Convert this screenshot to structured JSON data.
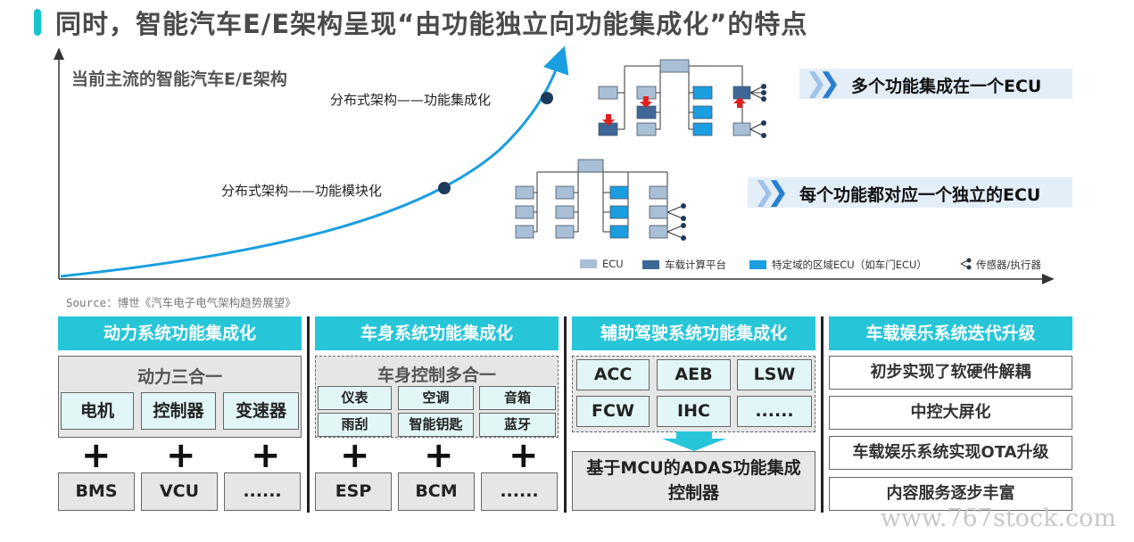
{
  "title": "同时，智能汽车E/E架构呈现“由功能独立向功能集成化”的特点",
  "chart": {
    "subtitle": "当前主流的智能汽车E/E架构",
    "point_upper_label": "分布式架构——功能集成化",
    "point_lower_label": "分布式架构——功能模块化",
    "source": "Source：博世《汽车电子电气架构趋势展望》"
  },
  "callouts": {
    "top": "多个功能集成在一个ECU",
    "bottom": "每个功能都对应一个独立的ECU"
  },
  "legend": {
    "ecu": "ECU",
    "platform": "车载计算平台",
    "zone_ecu": "特定域的区域ECU（如车门ECU）",
    "sensor": "传感器/执行器"
  },
  "colors": {
    "accent": "#26c6d8",
    "ecu": "#a9bfd6",
    "platform": "#3d6797",
    "zone_ecu": "#1a9ee0"
  },
  "sections": {
    "power": {
      "header": "动力系统功能集成化",
      "group_title": "动力三合一",
      "items": [
        "电机",
        "控制器",
        "变速器"
      ],
      "bottom": [
        "BMS",
        "VCU",
        "......"
      ]
    },
    "body": {
      "header": "车身系统功能集成化",
      "group_title": "车身控制多合一",
      "items": [
        "仪表",
        "空调",
        "音箱",
        "雨刮",
        "智能钥匙",
        "蓝牙"
      ],
      "bottom": [
        "ESP",
        "BCM",
        "......"
      ]
    },
    "adas": {
      "header": "辅助驾驶系统功能集成化",
      "items": [
        "ACC",
        "AEB",
        "LSW",
        "FCW",
        "IHC",
        "......"
      ],
      "result": "基于MCU的ADAS功能集成控制器"
    },
    "info": {
      "header": "车载娱乐系统迭代升级",
      "items": [
        "初步实现了软硬件解耦",
        "中控大屏化",
        "车载娱乐系统实现OTA升级",
        "内容服务逐步丰富"
      ]
    }
  },
  "plus": "+",
  "watermark": "www.767stock.com"
}
